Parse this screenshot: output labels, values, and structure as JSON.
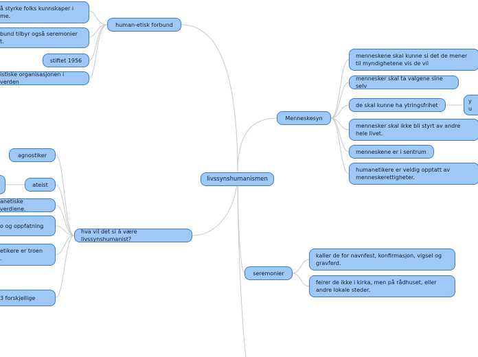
{
  "diagram": {
    "center": "livssynshumanismen",
    "branches": {
      "human_etisk_forbund": {
        "label": "human-etisk forbund",
        "children": [
          "å styrke folks kunnskaper i\nme.",
          "bund tilbyr også seremonier\nt.",
          "stiftet 1956",
          "istiske organisasjonen i verden"
        ]
      },
      "menneskesyn": {
        "label": "Menneskesyn",
        "children": [
          "menneskene skal kunne si det de mener til myndighetene vis de vil",
          "mennesker skal ta valgene sine selv",
          "de skal kunne ha ytringsfrihet",
          "mennesker skal ikke bli styrt av andre hele livet.",
          "menneskene er i sentrum",
          "humanetikere er veldig opptatt av menneskerettigheter."
        ],
        "ytring_child": "y\nu"
      },
      "hva_vil_det_si": {
        "label": "hva vil det si å være livssynshumanist?",
        "children": [
          "agnostiker",
          "ateist",
          "anetiske verdiene.",
          "o og oppfatning",
          "etikere er troen\n.",
          "3 forskjellige"
        ]
      },
      "seremonier": {
        "label": "seremonier",
        "children": [
          "kaller de for navnfest, konfirmasjon, vigsel og gravferd.",
          "feirer de ikke i kirka, men på rådhuset, eller andre lokale steder."
        ]
      }
    }
  },
  "colors": {
    "node_fill": "#9ec9f7",
    "node_border": "#3d7bbf",
    "link": "#c8c8c8",
    "text": "#0e1c2e"
  }
}
